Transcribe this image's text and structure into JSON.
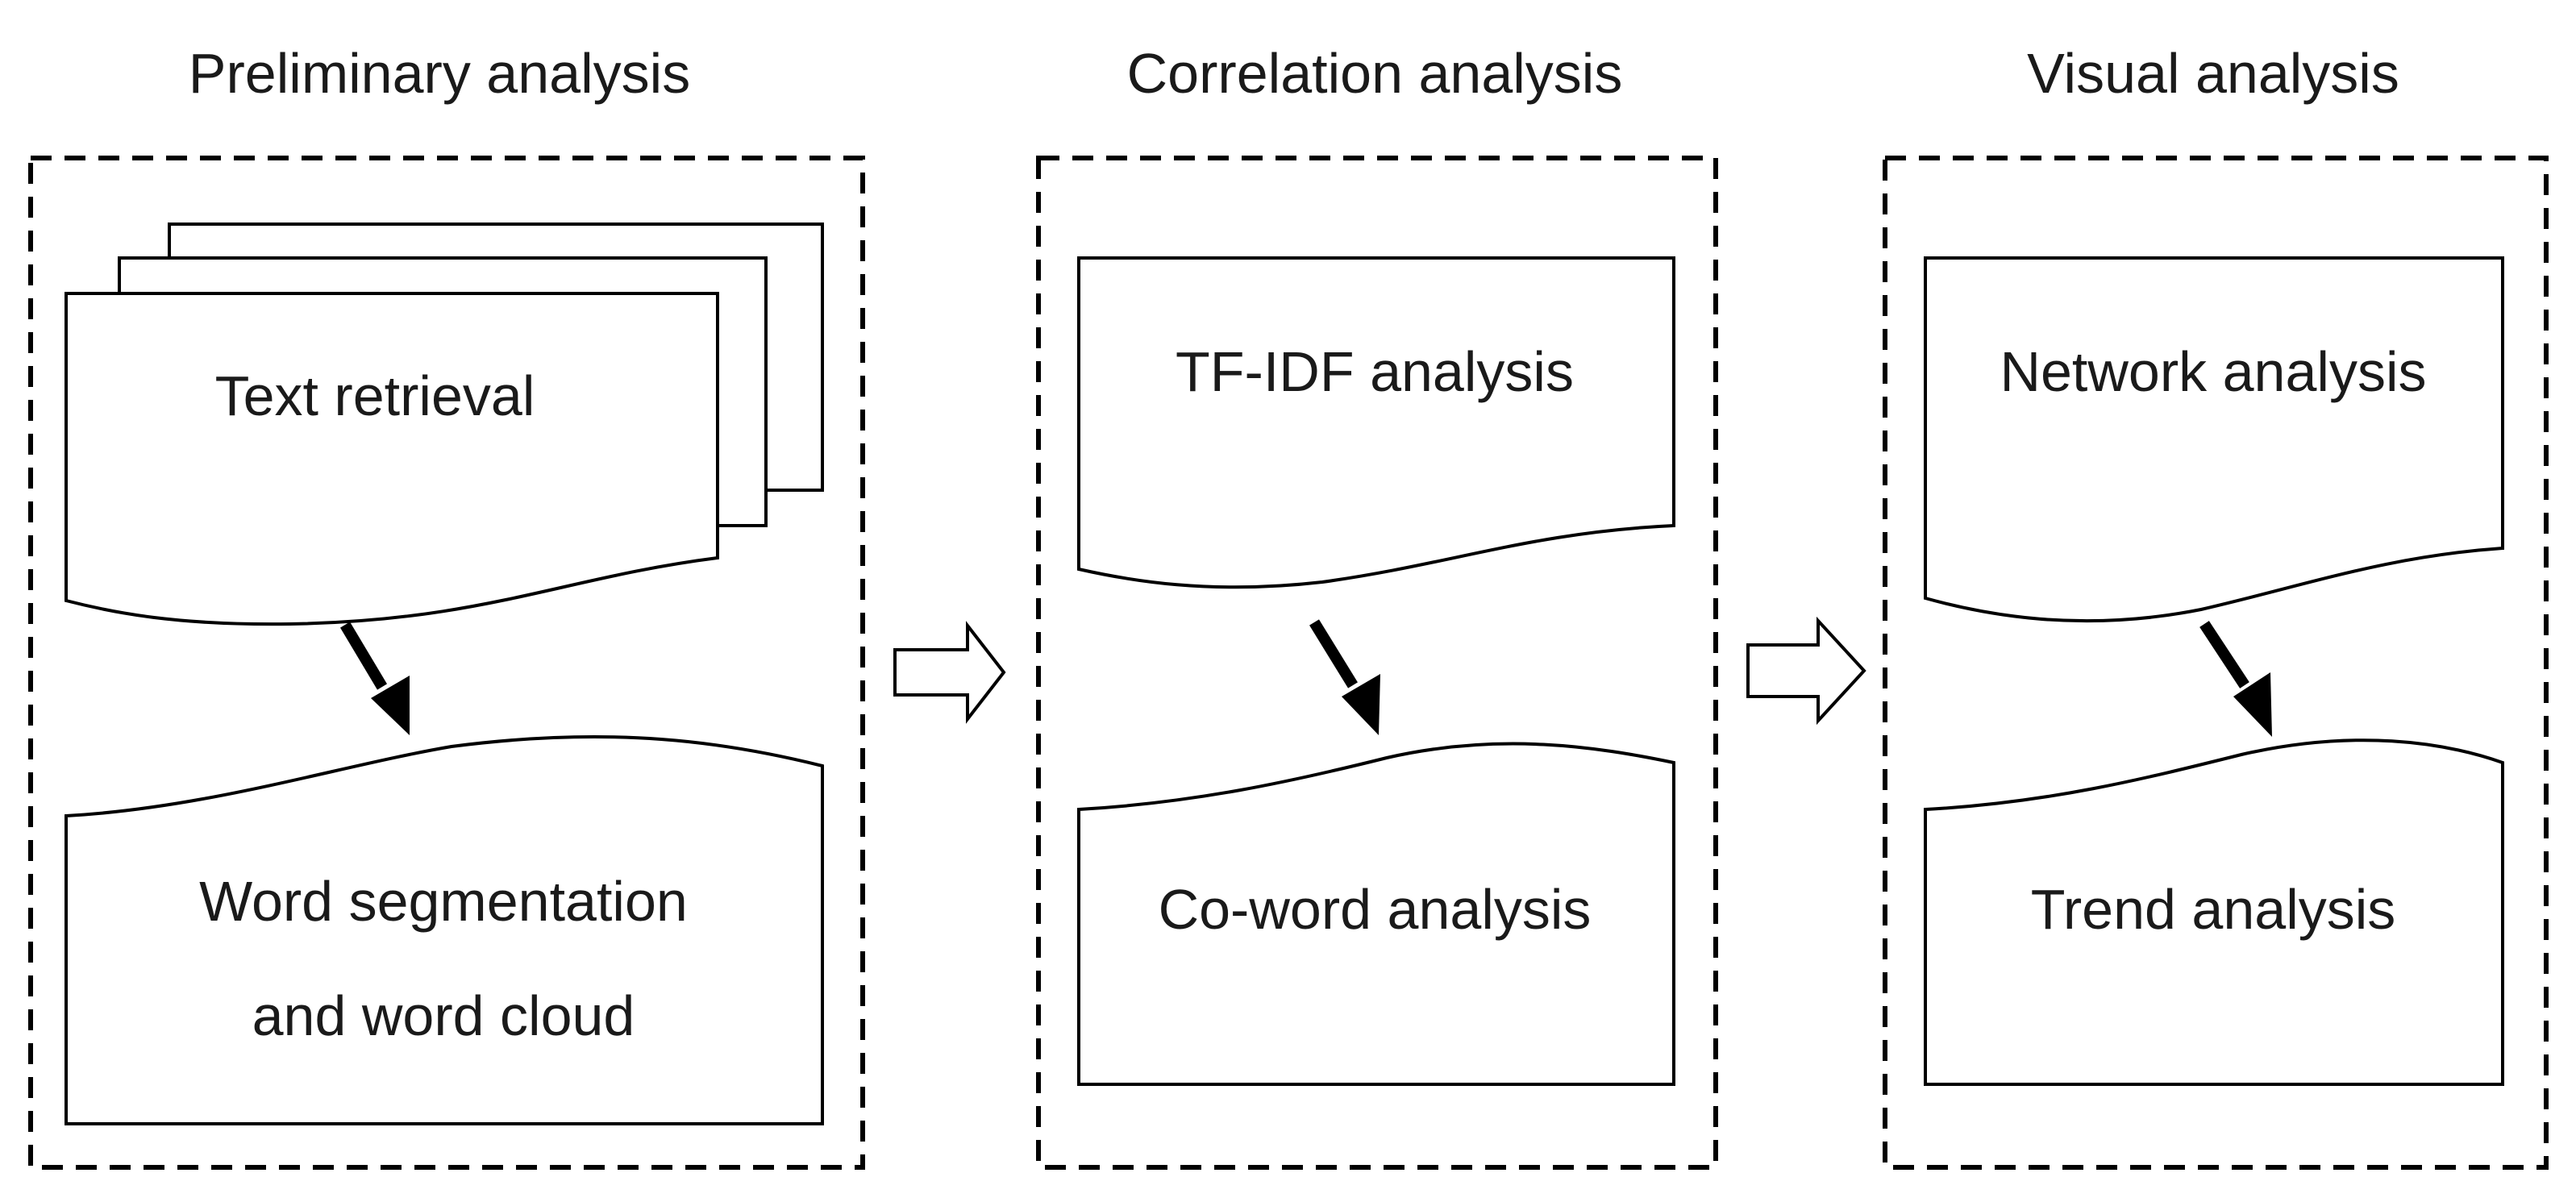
{
  "stages": [
    {
      "title": "Preliminary analysis",
      "top_doc": "Text retrieval",
      "bottom_doc_lines": [
        "Word segmentation",
        "and word cloud"
      ]
    },
    {
      "title": "Correlation analysis",
      "top_doc": "TF-IDF analysis",
      "bottom_doc_lines": [
        "Co-word analysis"
      ]
    },
    {
      "title": "Visual analysis",
      "top_doc": "Network analysis",
      "bottom_doc_lines": [
        "Trend analysis"
      ]
    }
  ],
  "colors": {
    "stroke": "#000000",
    "text": "#1a1a1a",
    "background": "#ffffff"
  }
}
